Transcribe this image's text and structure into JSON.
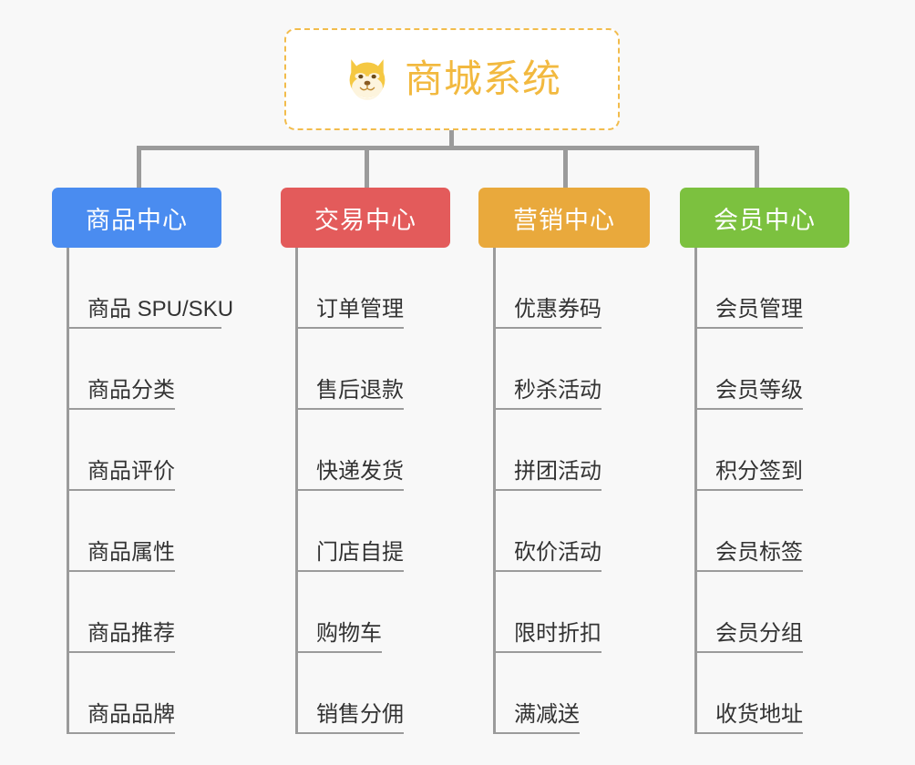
{
  "page": {
    "background_color": "#f8f8f8",
    "connector_color": "#9b9b9b"
  },
  "root": {
    "title": "商城系统",
    "icon": "shiba-dog-face-icon",
    "accent_color": "#f2b93f",
    "border_color": "#f2bc4c"
  },
  "columns": [
    {
      "label": "商品中心",
      "color": "#4a8cf0",
      "items": [
        "商品 SPU/SKU",
        "商品分类",
        "商品评价",
        "商品属性",
        "商品推荐",
        "商品品牌"
      ]
    },
    {
      "label": "交易中心",
      "color": "#e35b5b",
      "items": [
        "订单管理",
        "售后退款",
        "快递发货",
        "门店自提",
        "购物车",
        "销售分佣"
      ]
    },
    {
      "label": "营销中心",
      "color": "#e9a93c",
      "items": [
        "优惠券码",
        "秒杀活动",
        "拼团活动",
        "砍价活动",
        "限时折扣",
        "满减送"
      ]
    },
    {
      "label": "会员中心",
      "color": "#7cc13f",
      "items": [
        "会员管理",
        "会员等级",
        "积分签到",
        "会员标签",
        "会员分组",
        "收货地址"
      ]
    }
  ]
}
